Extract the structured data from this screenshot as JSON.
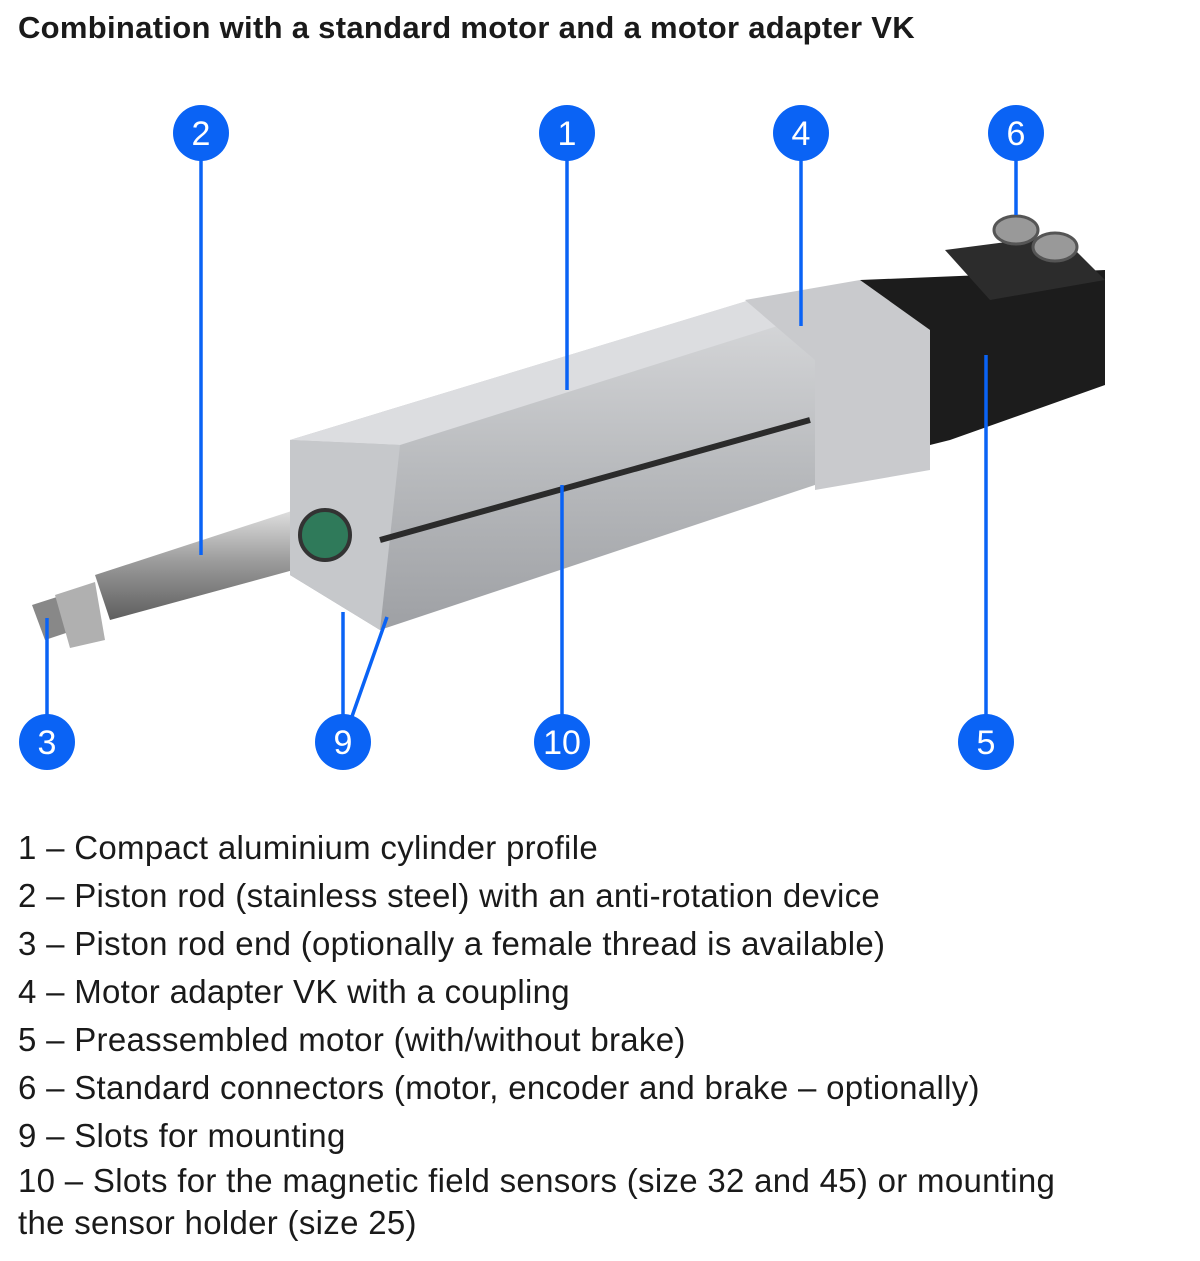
{
  "title": "Combination with a standard motor and a motor adapter VK",
  "accent_color": "#0a63f5",
  "callouts": [
    {
      "number": "1",
      "target": "cylinder-profile"
    },
    {
      "number": "2",
      "target": "piston-rod"
    },
    {
      "number": "3",
      "target": "piston-rod-end"
    },
    {
      "number": "4",
      "target": "motor-adapter"
    },
    {
      "number": "5",
      "target": "motor"
    },
    {
      "number": "6",
      "target": "connectors"
    },
    {
      "number": "9",
      "target": "mounting-slots"
    },
    {
      "number": "10",
      "target": "sensor-slots"
    }
  ],
  "legend": [
    "1 – Compact aluminium cylinder profile",
    "2 – Piston rod (stainless steel) with an anti-rotation device",
    "3 – Piston rod end (optionally a female thread is available)",
    "4 – Motor adapter VK with a coupling",
    "5 – Preassembled motor (with/without brake)",
    "6 – Standard connectors (motor, encoder and brake – optionally)",
    "9 – Slots for mounting",
    "10 – Slots for the magnetic field sensors (size 32 and 45) or mounting the sensor holder (size 25)"
  ]
}
